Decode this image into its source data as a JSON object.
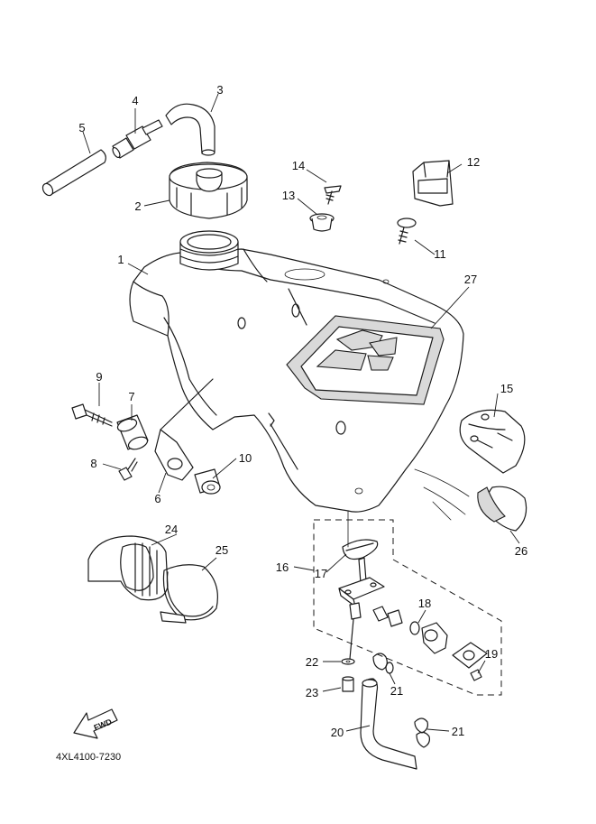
{
  "diagram": {
    "part_number": "4XL4100-7230",
    "fwd_label": "FWD",
    "callouts": [
      "1",
      "2",
      "3",
      "4",
      "5",
      "6",
      "7",
      "8",
      "9",
      "10",
      "11",
      "12",
      "13",
      "14",
      "15",
      "16",
      "17",
      "18",
      "19",
      "20",
      "21",
      "21",
      "21",
      "22",
      "23",
      "24",
      "25",
      "26",
      "27"
    ]
  }
}
